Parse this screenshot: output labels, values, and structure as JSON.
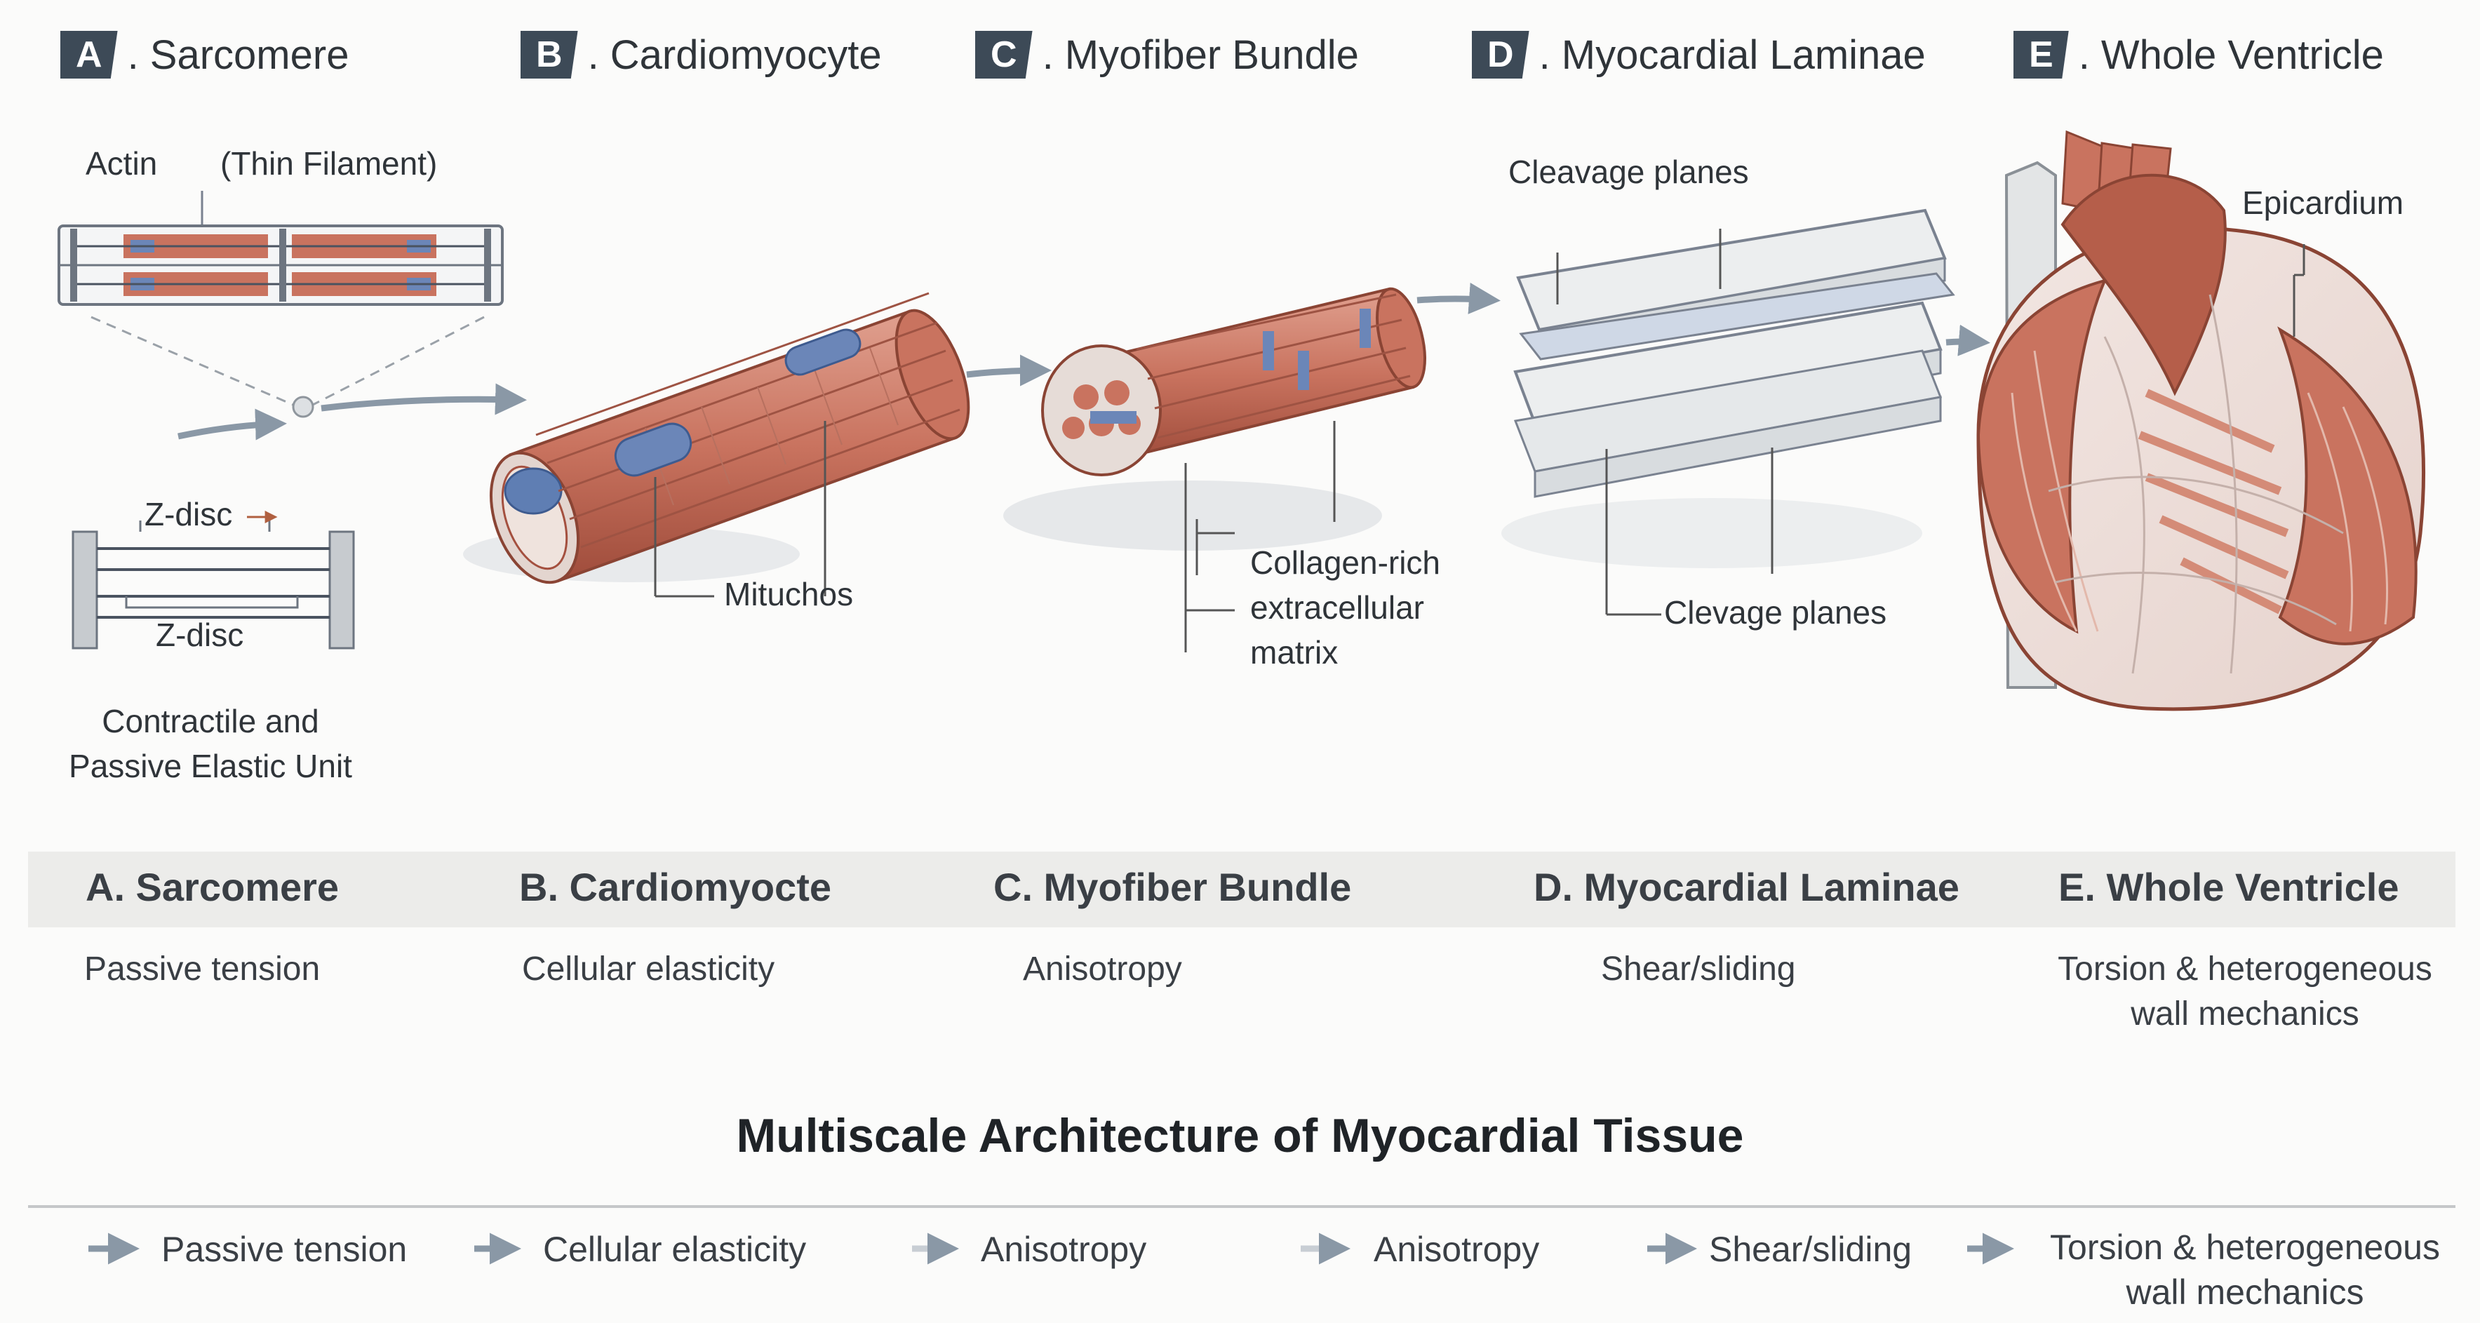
{
  "headers": [
    {
      "letter": "A",
      "text": ". Sarcomere"
    },
    {
      "letter": "B",
      "text": ". Cardiomyocyte"
    },
    {
      "letter": "C",
      "text": ". Myofiber Bundle"
    },
    {
      "letter": "D",
      "text": ". Myocardial Laminae"
    },
    {
      "letter": "E",
      "text": ". Whole Ventricle"
    }
  ],
  "panel_a": {
    "actin_label": "Actin",
    "thin_filament_label": "(Thin Filament)",
    "zdisc_top": "Z-disc",
    "zdisc_bottom": "Z-disc",
    "caption_line1": "Contractile and",
    "caption_line2": "Passive Elastic Unit"
  },
  "panel_b": {
    "mitochondria_label": "Mituchos"
  },
  "panel_c": {
    "ecm_line1": "Collagen-rich",
    "ecm_line2": "extracellular",
    "ecm_line3": "matrix"
  },
  "panel_d": {
    "cleavage_top": "Cleavage planes",
    "cleavage_bottom": "Clevage planes"
  },
  "panel_e": {
    "epicardium_label": "Epicardium"
  },
  "band": {
    "stages": [
      "A. Sarcomere",
      "B. Cardiomyocte",
      "C. Myofiber Bundle",
      "D. Myocardial Laminae",
      "E. Whole Ventricle"
    ],
    "properties": [
      "Passive tension",
      "Cellular elasticity",
      "Anisotropy",
      "Shear/sliding"
    ],
    "last_property_line1": "Torsion & heterogeneous",
    "last_property_line2": "wall mechanics"
  },
  "title": "Multiscale Architecture of Myocardial Tissue",
  "footer": {
    "items": [
      "Passive tension",
      "Cellular elasticity",
      "Anisotropy",
      "Anisotropy",
      "Shear/sliding"
    ],
    "last_line1": "Torsion & heterogeneous",
    "last_line2": "wall mechanics"
  },
  "colors": {
    "muscle": "#c9735f",
    "muscle_dark": "#a4503f",
    "nucleus": "#6b86b8",
    "laminae": "#e9ebec",
    "badge": "#3d4a57",
    "arrow": "#8a98a6"
  }
}
